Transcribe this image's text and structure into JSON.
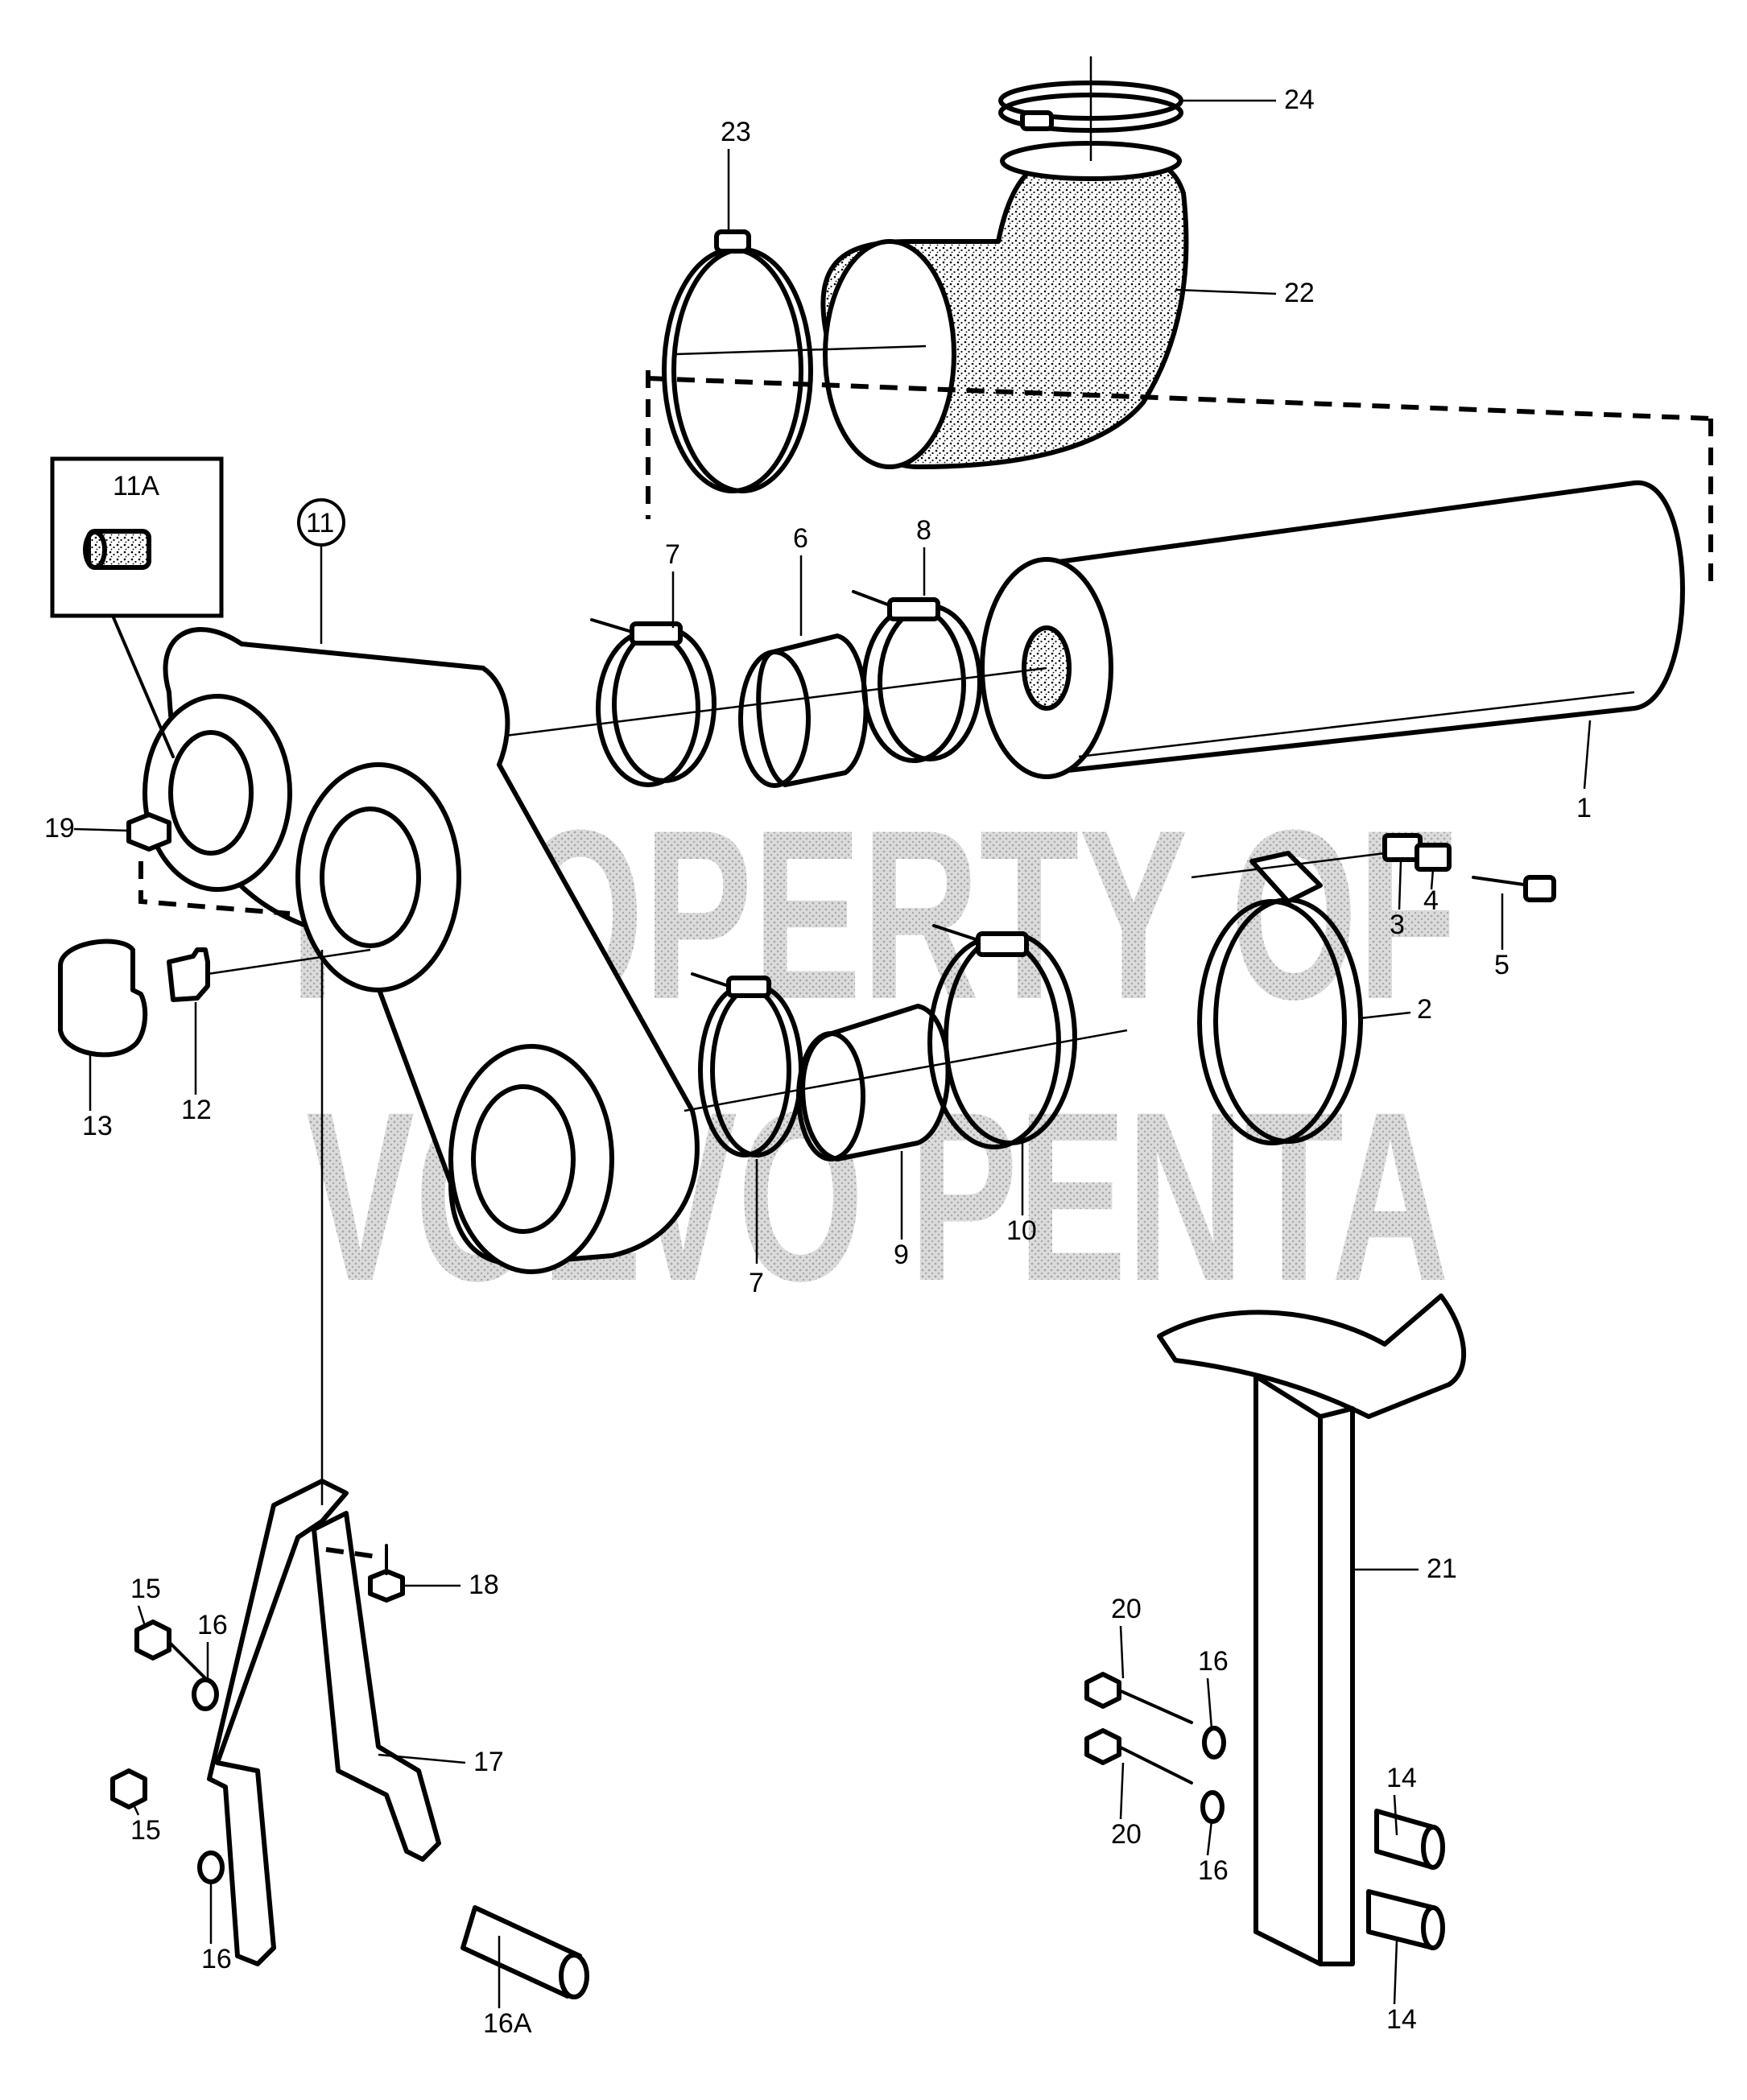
{
  "watermark": {
    "line1": "PROPERTY OF",
    "line2": "VOLVO PENTA"
  },
  "labels": {
    "p1": "1",
    "p2": "2",
    "p3": "3",
    "p4": "4",
    "p5": "5",
    "p6": "6",
    "p7a": "7",
    "p7b": "7",
    "p8": "8",
    "p9": "9",
    "p10": "10",
    "p11": "11",
    "p11a": "11A",
    "p12": "12",
    "p13": "13",
    "p14a": "14",
    "p14b": "14",
    "p15a": "15",
    "p15b": "15",
    "p16a": "16",
    "p16b": "16",
    "p16c": "16",
    "p16d": "16",
    "p16e": "16A",
    "p17": "17",
    "p18": "18",
    "p19": "19",
    "p20a": "20",
    "p20b": "20",
    "p21": "21",
    "p22": "22",
    "p23": "23",
    "p24": "24"
  },
  "colors": {
    "ink": "#000000",
    "paper": "#ffffff",
    "watermark": "#9a9a9a"
  }
}
